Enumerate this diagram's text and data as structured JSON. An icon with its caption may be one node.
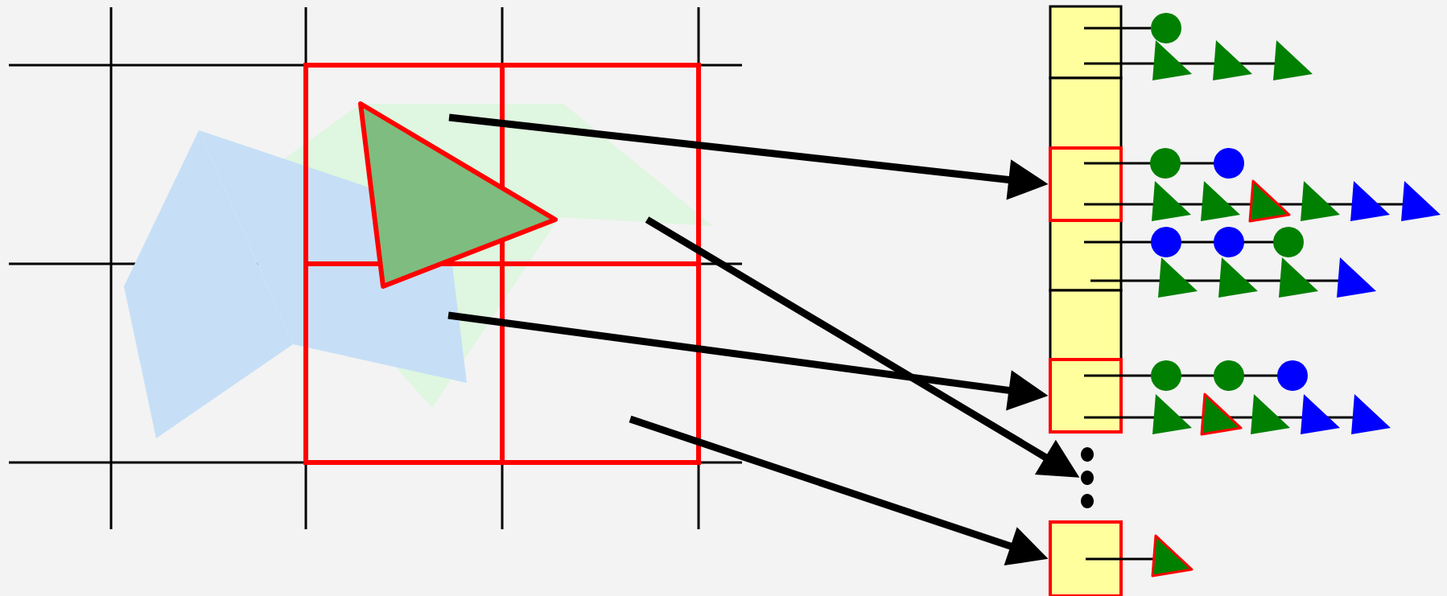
{
  "diagram": {
    "nodes": [
      {
        "text": [],
        "shape": "box"
      },
      {
        "text": [],
        "shape": "box"
      },
      {
        "text": [],
        "shape": "box"
      },
      {
        "text": [],
        "shape": "box"
      },
      {
        "text": [],
        "shape": "box"
      },
      {
        "text": [],
        "shape": "box"
      },
      {
        "text": [],
        "shape": "dots"
      },
      {
        "text": [],
        "shape": "box"
      }
    ],
    "edges": [
      {
        "from": null,
        "to": 2,
        "arrow": "to"
      },
      {
        "from": null,
        "to": 6,
        "arrow": "to"
      },
      {
        "from": null,
        "to": 5,
        "arrow": "to"
      },
      {
        "from": null,
        "to": 7,
        "arrow": "to"
      }
    ]
  }
}
